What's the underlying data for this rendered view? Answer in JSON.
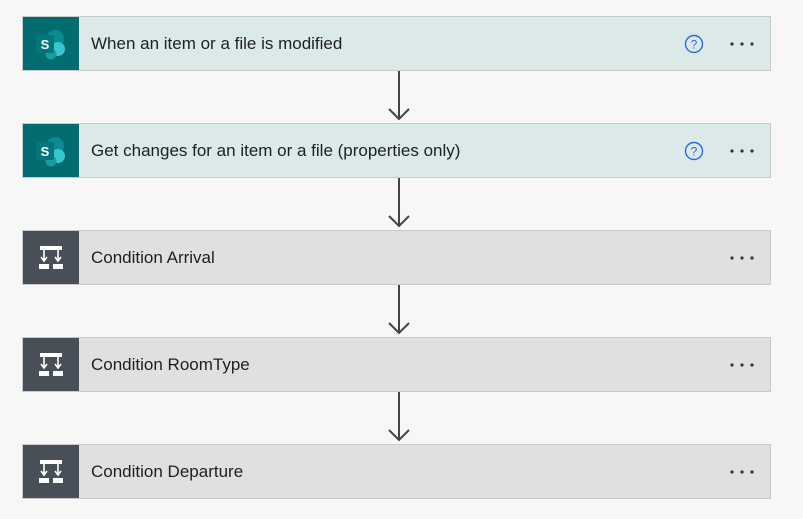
{
  "flow": {
    "steps": [
      {
        "title": "When an item or a file is modified",
        "icon": "sharepoint-icon",
        "kind": "sharepoint",
        "has_help": true
      },
      {
        "title": "Get changes for an item or a file (properties only)",
        "icon": "sharepoint-icon",
        "kind": "sharepoint",
        "has_help": true
      },
      {
        "title": "Condition Arrival",
        "icon": "condition-icon",
        "kind": "condition",
        "has_help": false
      },
      {
        "title": "Condition RoomType",
        "icon": "condition-icon",
        "kind": "condition",
        "has_help": false
      },
      {
        "title": "Condition Departure",
        "icon": "condition-icon",
        "kind": "condition",
        "has_help": false
      }
    ]
  },
  "colors": {
    "sharepoint_icon_bg": "#036c70",
    "sharepoint_card_bg": "#dbe9e9",
    "condition_icon_bg": "#484f58",
    "condition_card_bg": "#e0e0e1",
    "help_icon": "#2b6cd4",
    "arrow": "#444444"
  }
}
